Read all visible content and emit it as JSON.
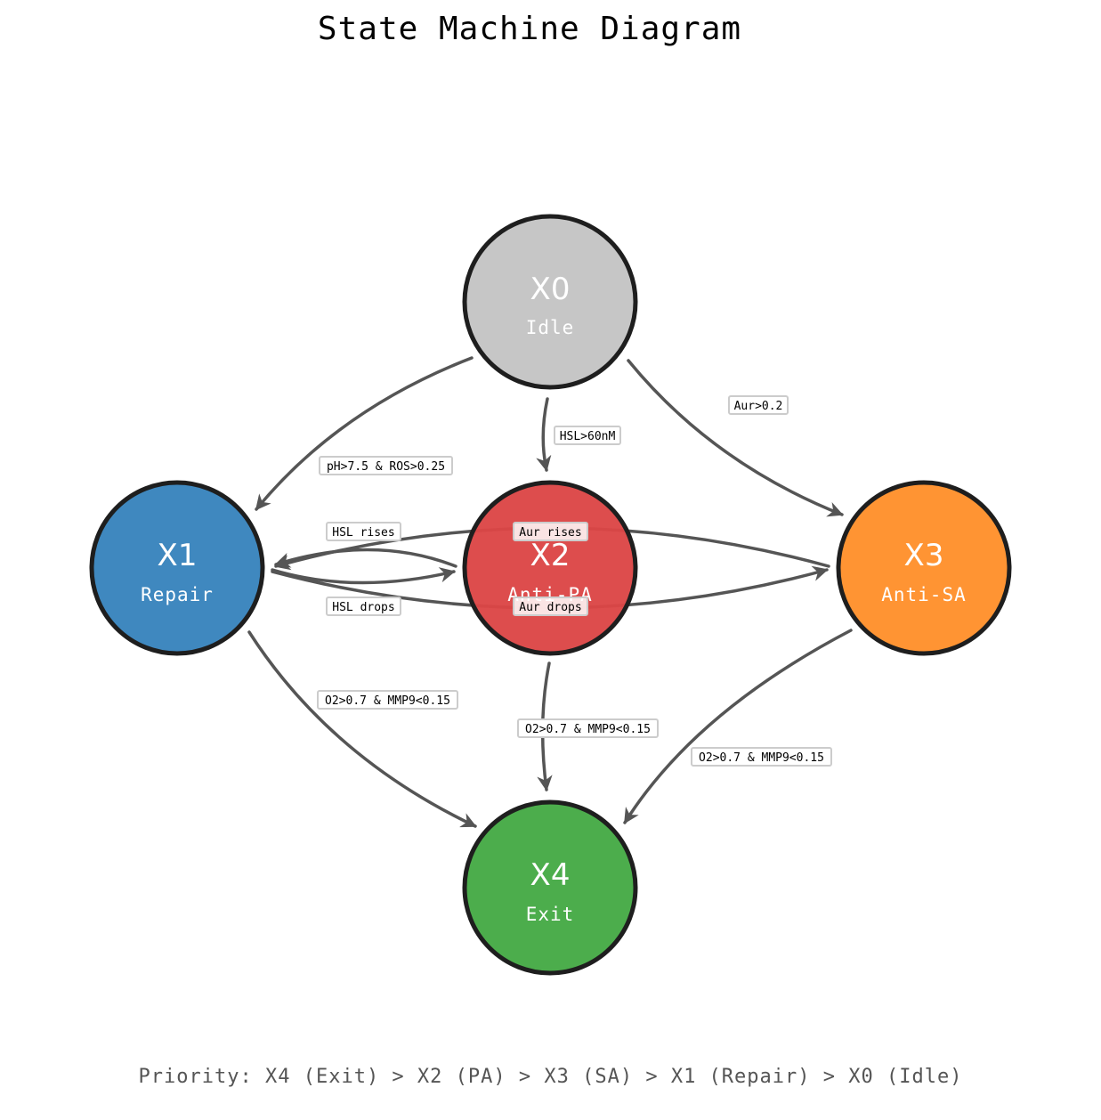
{
  "title": "State Machine Diagram",
  "footer": "Priority: X4 (Exit) > X2 (PA) > X3 (SA) > X1 (Repair) > X0 (Idle)",
  "nodes": [
    {
      "key": "X0",
      "id": "X0",
      "name": "Idle",
      "color": "#c6c6c6"
    },
    {
      "key": "X1",
      "id": "X1",
      "name": "Repair",
      "color": "#3f88bf"
    },
    {
      "key": "X2",
      "id": "X2",
      "name": "Anti-PA",
      "color": "#dc4646"
    },
    {
      "key": "X3",
      "id": "X3",
      "name": "Anti-SA",
      "color": "#ff9433"
    },
    {
      "key": "X4",
      "id": "X4",
      "name": "Exit",
      "color": "#4cad4c"
    }
  ],
  "edges": [
    {
      "from": "X0",
      "to": "X1",
      "label": "pH>7.5 & ROS>0.25"
    },
    {
      "from": "X0",
      "to": "X2",
      "label": "HSL>60nM"
    },
    {
      "from": "X0",
      "to": "X3",
      "label": "Aur>0.2"
    },
    {
      "from": "X2",
      "to": "X1",
      "label": "HSL rises"
    },
    {
      "from": "X1",
      "to": "X2",
      "label": "HSL drops"
    },
    {
      "from": "X3",
      "to": "X1",
      "label": "Aur rises"
    },
    {
      "from": "X1",
      "to": "X3",
      "label": "Aur drops"
    },
    {
      "from": "X1",
      "to": "X4",
      "label": "O2>0.7 & MMP9<0.15"
    },
    {
      "from": "X2",
      "to": "X4",
      "label": "O2>0.7 & MMP9<0.15"
    },
    {
      "from": "X3",
      "to": "X4",
      "label": "O2>0.7 & MMP9<0.15"
    }
  ]
}
